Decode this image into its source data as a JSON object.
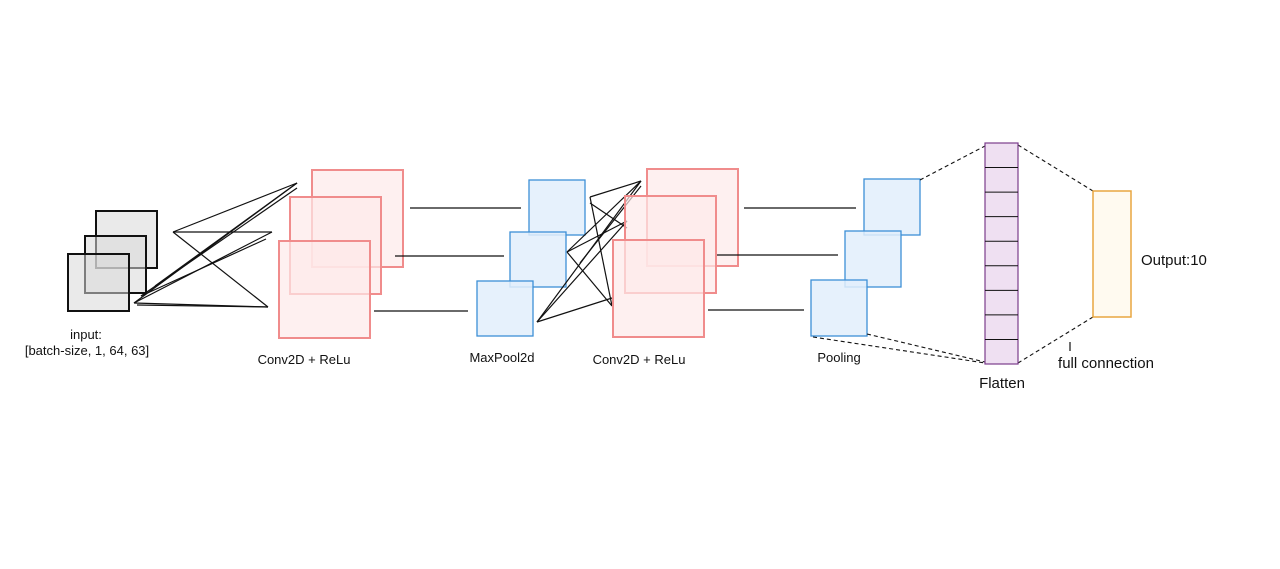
{
  "labels": {
    "input_line1": "input:",
    "input_line2": "[batch-size, 1, 64, 63]",
    "conv1": "Conv2D + ReLu",
    "maxpool": "MaxPool2d",
    "conv2": "Conv2D + ReLu",
    "pooling": "Pooling",
    "flatten": "Flatten",
    "full_connection": "full connection",
    "output": "Output:10"
  },
  "colors": {
    "input_stroke": "#111111",
    "input_fill": "#d9d9d9",
    "conv_stroke": "#f08c8c",
    "conv_fill": "#fdeaea",
    "pool_stroke": "#3d8fd6",
    "pool_fill": "#e2eefb",
    "flatten_stroke": "#7b3c8c",
    "flatten_fill": "#efe0f2",
    "output_stroke": "#e8a640",
    "output_fill": "#fffaf0"
  },
  "flatten_cells": 9
}
